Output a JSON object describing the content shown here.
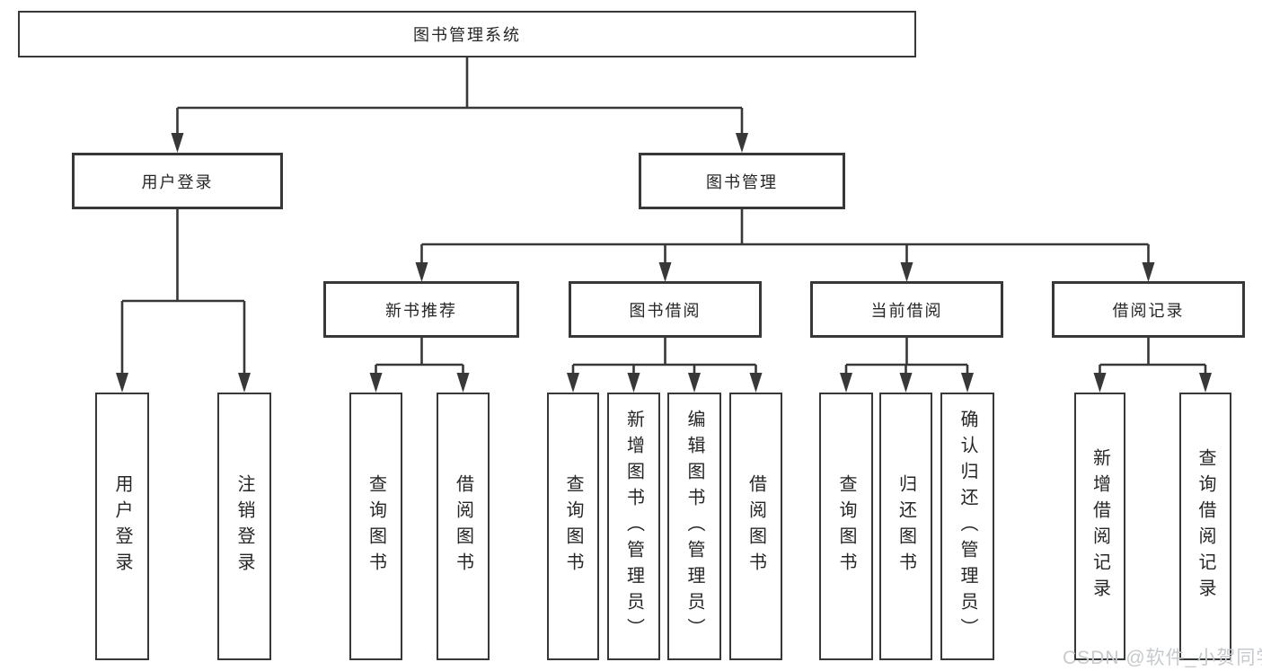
{
  "page": {
    "background": "#ffffff"
  },
  "colors": {
    "line": "#383838",
    "box_border": "#383838",
    "text": "#262626",
    "watermark": "#c6cacd"
  },
  "watermark": {
    "text": "CSDN @软件_小贺同学"
  },
  "diagram": {
    "type": "hierarchy-tree",
    "root": {
      "label": "图书管理系统"
    },
    "level2": [
      {
        "label": "用户登录",
        "parent": "图书管理系统"
      },
      {
        "label": "图书管理",
        "parent": "图书管理系统"
      }
    ],
    "level3": [
      {
        "label": "新书推荐",
        "parent": "图书管理"
      },
      {
        "label": "图书借阅",
        "parent": "图书管理"
      },
      {
        "label": "当前借阅",
        "parent": "图书管理"
      },
      {
        "label": "借阅记录",
        "parent": "图书管理"
      }
    ],
    "leaves": [
      {
        "label": "用户登录",
        "parent": "用户登录"
      },
      {
        "label": "注销登录",
        "parent": "用户登录"
      },
      {
        "label": "查询图书",
        "parent": "新书推荐"
      },
      {
        "label": "借阅图书",
        "parent": "新书推荐"
      },
      {
        "label": "查询图书",
        "parent": "图书借阅"
      },
      {
        "label": "新增图书（管理员）",
        "parent": "图书借阅"
      },
      {
        "label": "编辑图书（管理员）",
        "parent": "图书借阅"
      },
      {
        "label": "借阅图书",
        "parent": "图书借阅"
      },
      {
        "label": "查询图书",
        "parent": "当前借阅"
      },
      {
        "label": "归还图书",
        "parent": "当前借阅"
      },
      {
        "label": "确认归还（管理员）",
        "parent": "当前借阅"
      },
      {
        "label": "新增借阅记录",
        "parent": "借阅记录"
      },
      {
        "label": "查询借阅记录",
        "parent": "借阅记录"
      }
    ]
  }
}
